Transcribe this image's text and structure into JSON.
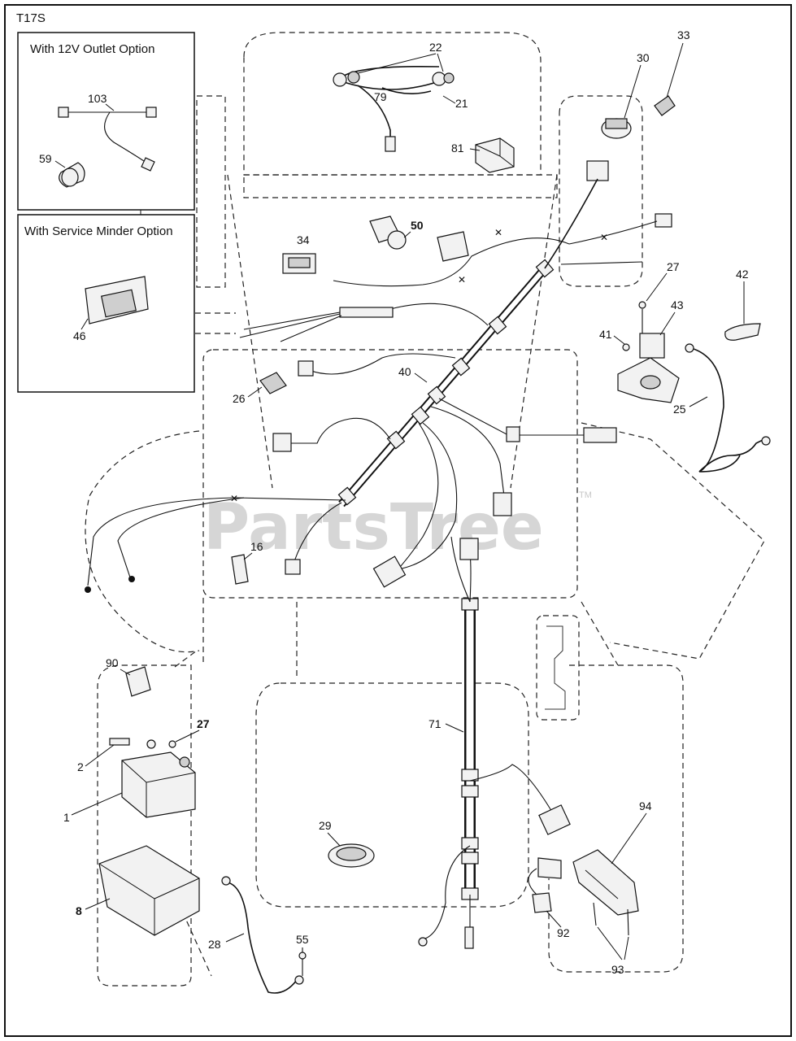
{
  "diagram": {
    "code": "T17S",
    "watermark": "PartsTree",
    "watermark_mark": "TM",
    "insets": {
      "outlet_title": "With 12V Outlet Option",
      "minder_title": "With Service Minder Option"
    },
    "labels": {
      "p1": "1",
      "p2": "2",
      "p8": "8",
      "p16": "16",
      "p21": "21",
      "p22": "22",
      "p25": "25",
      "p26": "26",
      "p27a": "27",
      "p27b": "27",
      "p28": "28",
      "p29": "29",
      "p30": "30",
      "p33": "33",
      "p34": "34",
      "p40": "40",
      "p41": "41",
      "p42": "42",
      "p43": "43",
      "p46": "46",
      "p50": "50",
      "p55": "55",
      "p59": "59",
      "p71": "71",
      "p79": "79",
      "p81": "81",
      "p90": "90",
      "p92": "92",
      "p93": "93",
      "p94": "94",
      "p103": "103"
    }
  }
}
